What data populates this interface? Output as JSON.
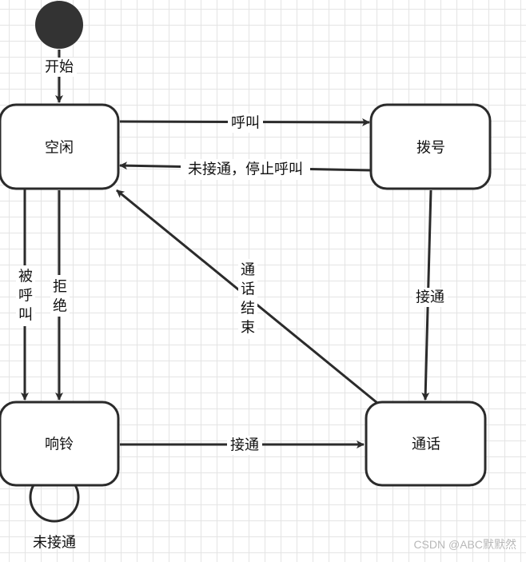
{
  "nodes": {
    "idle": "空闲",
    "dialing": "拨号",
    "ringing": "响铃",
    "talking": "通话"
  },
  "edges": {
    "start": "开始",
    "call": "呼叫",
    "not_connected_stop": "未接通，停止呼叫",
    "connected_dial": "接通",
    "called": [
      "被",
      "呼",
      "叫"
    ],
    "reject": [
      "拒",
      "绝"
    ],
    "call_end": [
      "通",
      "话",
      "结",
      "束"
    ],
    "connected_ring": "接通",
    "not_connected_loop": "未接通"
  },
  "watermark": "CSDN @ABC默默然"
}
